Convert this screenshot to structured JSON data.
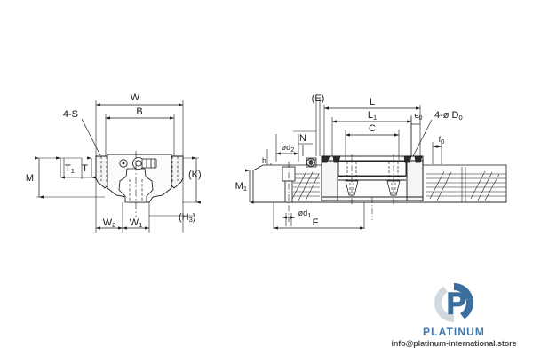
{
  "drawing": {
    "title": "Linear guide block and rail dimensional drawing",
    "background_color": "#ffffff",
    "line_color": "#1a1a1a",
    "views": [
      {
        "name": "front-view",
        "description": "Carriage block front cross-section with rail",
        "labels": [
          {
            "id": "W",
            "text": "W",
            "sub": ""
          },
          {
            "id": "B",
            "text": "B",
            "sub": ""
          },
          {
            "id": "4S",
            "text": "4-S",
            "sub": ""
          },
          {
            "id": "T1",
            "text": "T",
            "sub": "1"
          },
          {
            "id": "T",
            "text": "T",
            "sub": ""
          },
          {
            "id": "M",
            "text": "M",
            "sub": ""
          },
          {
            "id": "K",
            "text": "(K)",
            "sub": ""
          },
          {
            "id": "H3",
            "text": "(H",
            "sub": "3"
          },
          {
            "id": "W2",
            "text": "W",
            "sub": "2"
          },
          {
            "id": "W1",
            "text": "W",
            "sub": "1"
          }
        ]
      },
      {
        "name": "side-view",
        "description": "Carriage block side cross-section mounted on rail",
        "labels": [
          {
            "id": "E",
            "text": "(E)",
            "sub": ""
          },
          {
            "id": "L",
            "text": "L",
            "sub": ""
          },
          {
            "id": "L1",
            "text": "L",
            "sub": "1"
          },
          {
            "id": "C",
            "text": "C",
            "sub": ""
          },
          {
            "id": "e0",
            "text": "e",
            "sub": "0"
          },
          {
            "id": "D0",
            "text": "4-ø D",
            "sub": "0"
          },
          {
            "id": "f0",
            "text": "f",
            "sub": "0"
          },
          {
            "id": "N",
            "text": "N",
            "sub": ""
          },
          {
            "id": "d2",
            "text": "ød",
            "sub": "2"
          },
          {
            "id": "h",
            "text": "h",
            "sub": ""
          },
          {
            "id": "M1",
            "text": "M",
            "sub": "1"
          },
          {
            "id": "d1",
            "text": "ød",
            "sub": "1"
          },
          {
            "id": "F",
            "text": "F",
            "sub": ""
          }
        ]
      }
    ]
  },
  "labels": {
    "W": "W",
    "B": "B",
    "four_S": "4-S",
    "T1_base": "T",
    "T1_sub": "1",
    "T": "T",
    "M": "M",
    "K": "(K)",
    "H3_base": "(H",
    "H3_sub": "3",
    "H3_close": ")",
    "W2_base": "W",
    "W2_sub": "2",
    "W1_base": "W",
    "W1_sub": "1",
    "E": "(E)",
    "L": "L",
    "L1_base": "L",
    "L1_sub": "1",
    "C": "C",
    "e0_base": "e",
    "e0_sub": "0",
    "D0_base": "4-ø D",
    "D0_sub": "0",
    "f0_base": "f",
    "f0_sub": "0",
    "N": "N",
    "d2_base": "ød",
    "d2_sub": "2",
    "h": "h",
    "M1_base": "M",
    "M1_sub": "1",
    "d1_base": "ød",
    "d1_sub": "1",
    "F": "F"
  },
  "watermark": {
    "brand": "PLATINUM",
    "email": "info@platinum-international.store",
    "logo_icon": "platinum-p-logo",
    "brand_color": "#2f6ea5",
    "logo_dark": "#2a6296",
    "logo_light": "#cfd6dc"
  }
}
